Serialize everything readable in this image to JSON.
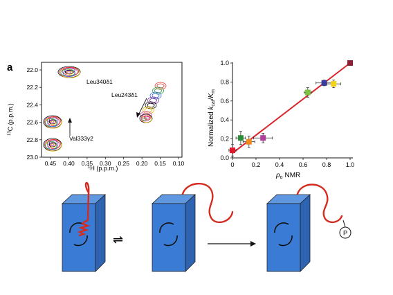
{
  "panel_label": "a",
  "nmr": {
    "x_axis_label_prefix": "1",
    "x_axis_label": "H (p.p.m.)",
    "y_axis_label_prefix": "13",
    "y_axis_label": "C (p.p.m.)",
    "x_ticks": [
      "0.45",
      "0.40",
      "0.35",
      "0.30",
      "0.25",
      "0.20",
      "0.15",
      "0.10"
    ],
    "y_ticks": [
      "22.0",
      "22.2",
      "22.4",
      "22.6",
      "22.8",
      "23.0"
    ],
    "peak_labels": [
      "Leu340δ1",
      "Leu243δ1",
      "Val333γ2"
    ],
    "colors": [
      "#000000",
      "#e8b400",
      "#cc3399",
      "#e83030",
      "#2a9a3a",
      "#3a6fd8",
      "#7a2ea0"
    ]
  },
  "chart_data": {
    "type": "scatter",
    "title": "",
    "xlabel_symbol": "p",
    "xlabel_subscript": "o",
    "xlabel": "NMR",
    "ylabel": "Normalized k_cat/K_m",
    "ylabel_prefix": "Normalized ",
    "ylabel_k1": "k",
    "ylabel_sub1": "cat",
    "ylabel_k2": "K",
    "ylabel_sub2": "m",
    "xlim": [
      0.0,
      1.0
    ],
    "ylim": [
      0.0,
      1.0
    ],
    "x_ticks": [
      "0",
      "0.2",
      "0.4",
      "0.6",
      "0.8",
      "1.0"
    ],
    "y_ticks": [
      "0.0",
      "0.2",
      "0.4",
      "0.6",
      "0.8",
      "1.0"
    ],
    "points": [
      {
        "x": 0.0,
        "y": 0.08,
        "color": "#e0192c",
        "xerr": 0.03,
        "yerr": 0.06
      },
      {
        "x": 0.07,
        "y": 0.21,
        "color": "#2e8b3a",
        "xerr": 0.04,
        "yerr": 0.07
      },
      {
        "x": 0.14,
        "y": 0.17,
        "color": "#f08a1c",
        "xerr": 0.05,
        "yerr": 0.06
      },
      {
        "x": 0.26,
        "y": 0.21,
        "color": "#b0409a",
        "xerr": 0.08,
        "yerr": 0.05
      },
      {
        "x": 0.64,
        "y": 0.69,
        "color": "#7cc242",
        "xerr": 0.03,
        "yerr": 0.05
      },
      {
        "x": 0.78,
        "y": 0.79,
        "color": "#3b3b9e",
        "xerr": 0.07,
        "yerr": 0.03
      },
      {
        "x": 0.86,
        "y": 0.78,
        "color": "#f2d21b",
        "xerr": 0.06,
        "yerr": 0.04
      },
      {
        "x": 1.0,
        "y": 1.0,
        "color": "#8a2035",
        "xerr": 0.02,
        "yerr": 0.0
      }
    ],
    "fit_line": {
      "x": [
        0.0,
        1.0
      ],
      "y": [
        0.05,
        1.0
      ],
      "color": "#d8262c"
    },
    "grid": false
  },
  "schematic": {
    "exchange_arrow": "⇌",
    "phospho_label": "P",
    "box_color": "#3a7bd5",
    "tail_color": "#d42b1e"
  }
}
